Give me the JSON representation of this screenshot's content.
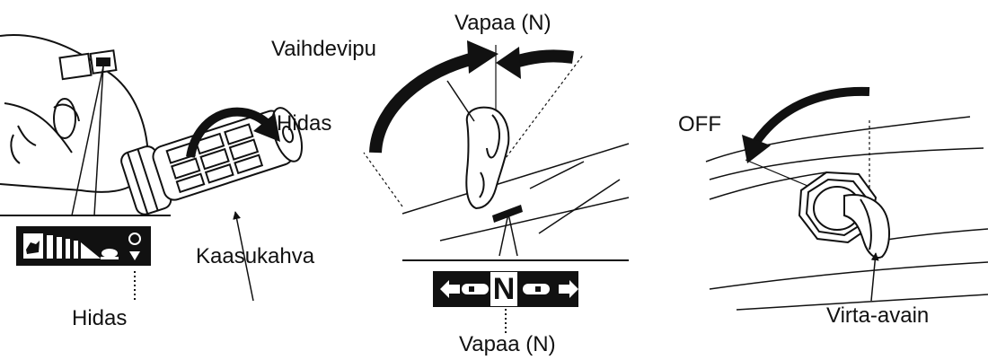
{
  "throttle_panel": {
    "label_top": "Hidas",
    "label_handle": "Kaasukahva",
    "label_bottom": "Hidas"
  },
  "shift_panel": {
    "label_top": "Vapaa (N)",
    "label_lever": "Vaihdevipu",
    "label_bottom": "Vapaa (N)",
    "indicator_letter": "N"
  },
  "ignition_panel": {
    "label_off": "OFF",
    "label_key": "Virta-avain"
  }
}
